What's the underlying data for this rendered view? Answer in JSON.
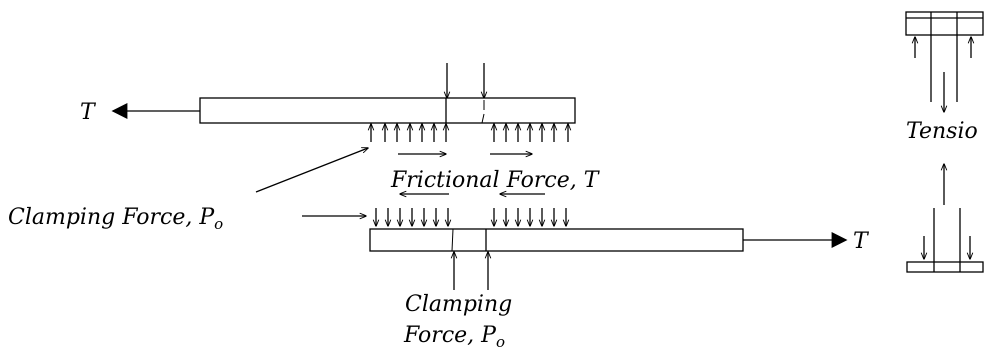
{
  "labels": {
    "tension_left": "T",
    "tension_right": "T",
    "clamping_left_text": "Clamping Force, P",
    "clamping_left_sub": "o",
    "frictional": "Frictional Force, T",
    "clamping_bottom_line1": "Clamping",
    "clamping_bottom_line2": "Force, P",
    "clamping_bottom_sub": "o",
    "tension_side": "Tensio"
  },
  "colors": {
    "ink": "#000000",
    "paper": "#ffffff"
  }
}
